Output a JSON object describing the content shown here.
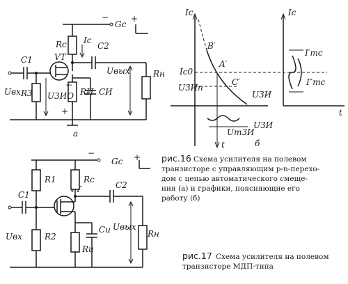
{
  "circuit_a": {
    "supply": "Gc",
    "supply_sign_minus": "−",
    "supply_sign_plus": "+",
    "c1": "C1",
    "c2": "C2",
    "rc": "Rc",
    "ic": "Ic",
    "vt": "VT",
    "r3": "R3",
    "u3n": "U3ИО",
    "ri": "RИ",
    "ci": "CИ",
    "uvx": "Uвх",
    "uvyx": "Uвых",
    "rn": "Rн",
    "minus": "−",
    "plus": "+",
    "letter": "а"
  },
  "graph": {
    "ic_axis": "Ic",
    "ic_axis_right": "Ic",
    "b_point": "B′",
    "a_point": "A′",
    "c_point": "C′",
    "ic0": "Ic0",
    "uzip": "UЗИп",
    "uzi_axis": "UЗИ",
    "uzi_axis2": "UЗИ",
    "umzi": "UmЗИ",
    "t_axis": "t",
    "t_axis_right": "t",
    "imc_top": "I′mc",
    "imc_bottom": "I″mc",
    "letter": "б"
  },
  "circuit_17": {
    "supply": "Gc",
    "supply_sign_minus": "−",
    "supply_sign_plus": "+",
    "r1": "R1",
    "r2": "R2",
    "c1": "C1",
    "c2": "C2",
    "rc": "Rc",
    "vt": "VT",
    "ci": "Cи",
    "ri": "Rи",
    "ubx": "Uвх",
    "uvyx": "Uвых",
    "rn": "Rн"
  },
  "captions": {
    "fig16_label": "рис.16",
    "fig16_lines": [
      "Схема усилителя на полевом",
      "транзисторе с управляющим p-n-перехо-",
      "дом с цепью автоматического смеще-",
      "ния (а) и графики, поясняющие его",
      "работу (б)"
    ],
    "fig17_label": "рис.17",
    "fig17_lines": [
      "Схема усилителя на полевом",
      "транзисторе МДП-типа"
    ]
  }
}
